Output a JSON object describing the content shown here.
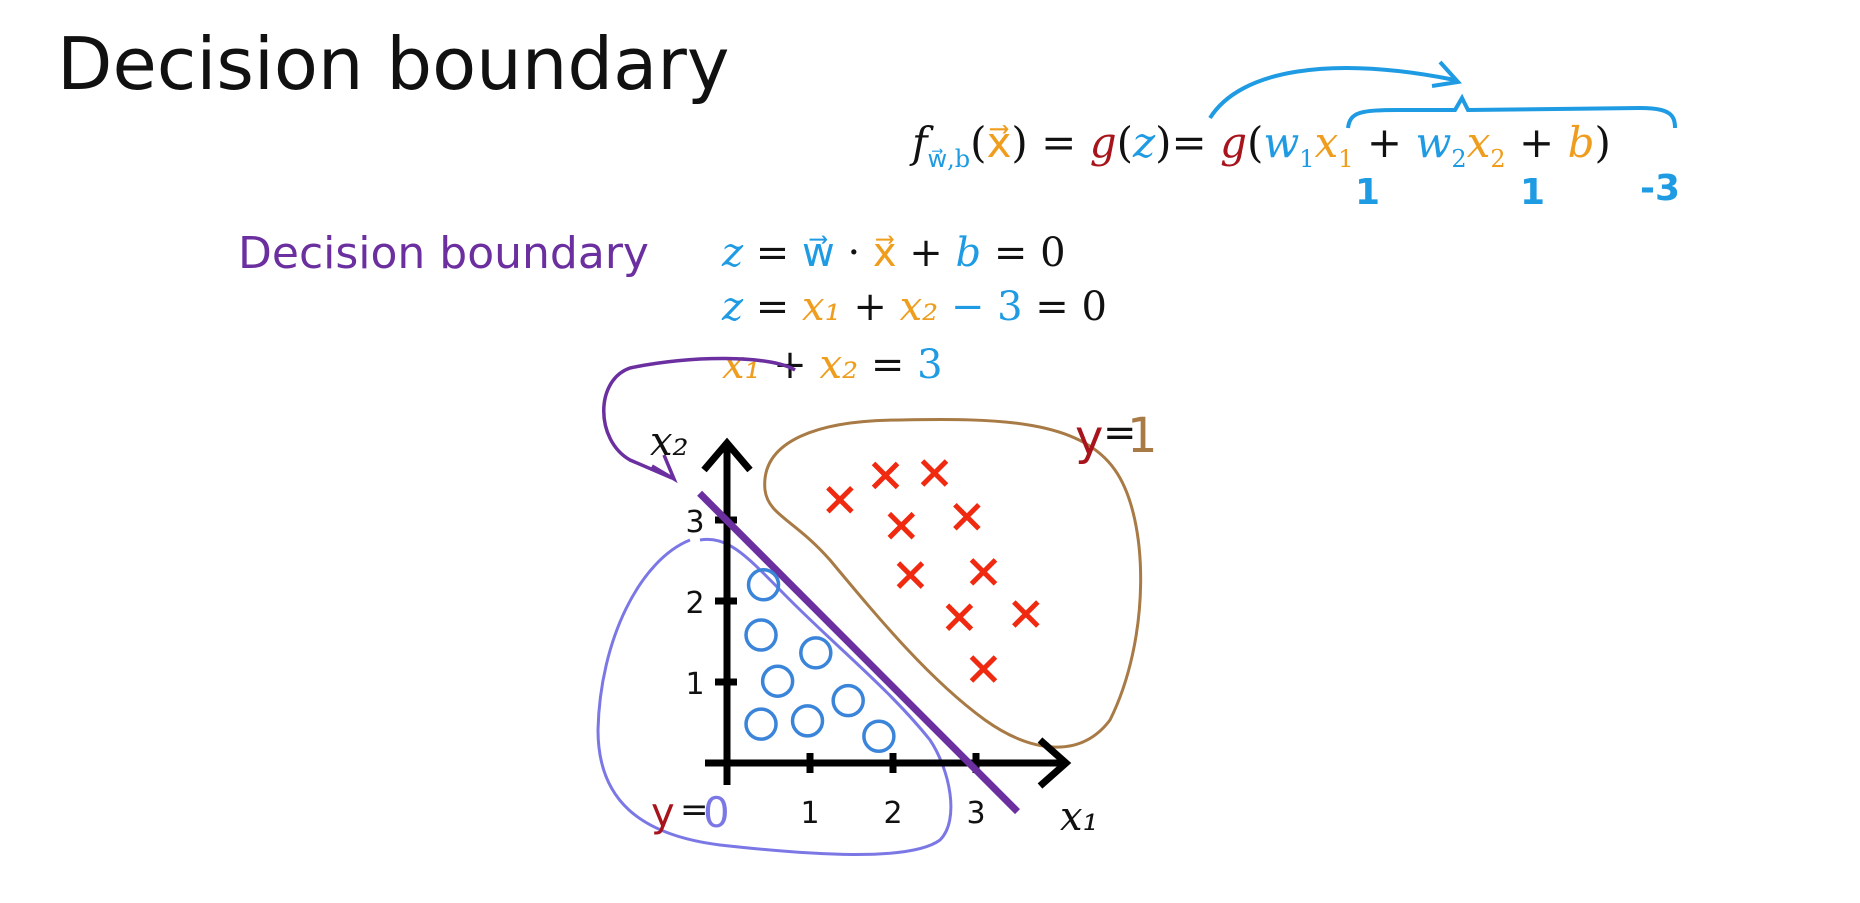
{
  "title": "Decision boundary",
  "formula": {
    "segments": [
      {
        "text": "f",
        "color": "black",
        "italic": true
      },
      {
        "text": "w⃗,b",
        "color": "blue",
        "sub": true
      },
      {
        "text": "(",
        "color": "black"
      },
      {
        "text": "x⃗",
        "color": "orange"
      },
      {
        "text": ") = ",
        "color": "black"
      },
      {
        "text": "g",
        "color": "red",
        "italic": true
      },
      {
        "text": "(",
        "color": "black"
      },
      {
        "text": "z",
        "color": "blue",
        "italic": true
      },
      {
        "text": ")= ",
        "color": "black"
      },
      {
        "text": "g",
        "color": "red",
        "italic": true
      },
      {
        "text": "(",
        "color": "black"
      },
      {
        "text": "w",
        "color": "blue",
        "italic": true
      },
      {
        "text": "1",
        "color": "blue",
        "sub": true
      },
      {
        "text": "x",
        "color": "orange",
        "italic": true
      },
      {
        "text": "1",
        "color": "orange",
        "sub": true
      },
      {
        "text": " + ",
        "color": "black"
      },
      {
        "text": "w",
        "color": "blue",
        "italic": true
      },
      {
        "text": "2",
        "color": "blue",
        "sub": true
      },
      {
        "text": "x",
        "color": "orange",
        "italic": true
      },
      {
        "text": "2",
        "color": "orange",
        "sub": true
      },
      {
        "text": " + ",
        "color": "black"
      },
      {
        "text": "b",
        "color": "orange",
        "italic": true
      },
      {
        "text": ")",
        "color": "black"
      }
    ],
    "annotations": {
      "w1": "1",
      "w2": "1",
      "b": "-3"
    }
  },
  "decision_boundary_label": "Decision boundary",
  "equations": [
    [
      {
        "text": "z",
        "color": "blue",
        "italic": true
      },
      {
        "text": " = ",
        "color": "black"
      },
      {
        "text": "w⃗",
        "color": "blue"
      },
      {
        "text": " · ",
        "color": "black"
      },
      {
        "text": "x⃗",
        "color": "orange"
      },
      {
        "text": " + ",
        "color": "black"
      },
      {
        "text": "b",
        "color": "blue",
        "italic": true
      },
      {
        "text": " = 0",
        "color": "black"
      }
    ],
    [
      {
        "text": "z",
        "color": "blue",
        "italic": true
      },
      {
        "text": " = ",
        "color": "black"
      },
      {
        "text": "x₁",
        "color": "orange",
        "italic": true
      },
      {
        "text": " + ",
        "color": "black"
      },
      {
        "text": "x₂",
        "color": "orange",
        "italic": true
      },
      {
        "text": " − 3",
        "color": "blue"
      },
      {
        "text": " = 0",
        "color": "black"
      }
    ],
    [
      {
        "text": "x₁",
        "color": "orange",
        "italic": true
      },
      {
        "text": " + ",
        "color": "black"
      },
      {
        "text": "x₂",
        "color": "orange",
        "italic": true
      },
      {
        "text": " = ",
        "color": "black"
      },
      {
        "text": "3",
        "color": "blue"
      }
    ]
  ],
  "colors": {
    "blue": "#1e9be2",
    "orange": "#ef9d1e",
    "red": "#a8141c",
    "black": "#111111",
    "purple": "#6b2fa0",
    "cross": "#f02a10",
    "circle": "#3a84da",
    "region0": "#7b78e6",
    "region1": "#a87a45"
  },
  "plot": {
    "x_label": "x₁",
    "y_label": "x₂",
    "x_ticks": [
      "1",
      "2",
      "3"
    ],
    "y_ticks": [
      "1",
      "2",
      "3"
    ],
    "boundary": "x₁ + x₂ = 3",
    "region_labels": {
      "positive": {
        "y": "y",
        "eq": "=",
        "value": "1"
      },
      "negative": {
        "y": "y",
        "eq": "=",
        "value": "0"
      }
    },
    "class_1_points": [
      [
        1.36,
        3.25
      ],
      [
        1.91,
        3.55
      ],
      [
        2.5,
        3.58
      ],
      [
        2.1,
        2.93
      ],
      [
        2.89,
        3.04
      ],
      [
        2.21,
        2.32
      ],
      [
        3.09,
        2.36
      ],
      [
        2.8,
        1.8
      ],
      [
        3.6,
        1.84
      ],
      [
        3.09,
        1.16
      ]
    ],
    "class_0_points": [
      [
        0.44,
        2.2
      ],
      [
        0.41,
        1.58
      ],
      [
        1.07,
        1.36
      ],
      [
        0.61,
        1.01
      ],
      [
        0.41,
        0.48
      ],
      [
        0.97,
        0.52
      ],
      [
        1.46,
        0.77
      ],
      [
        1.83,
        0.33
      ]
    ]
  }
}
